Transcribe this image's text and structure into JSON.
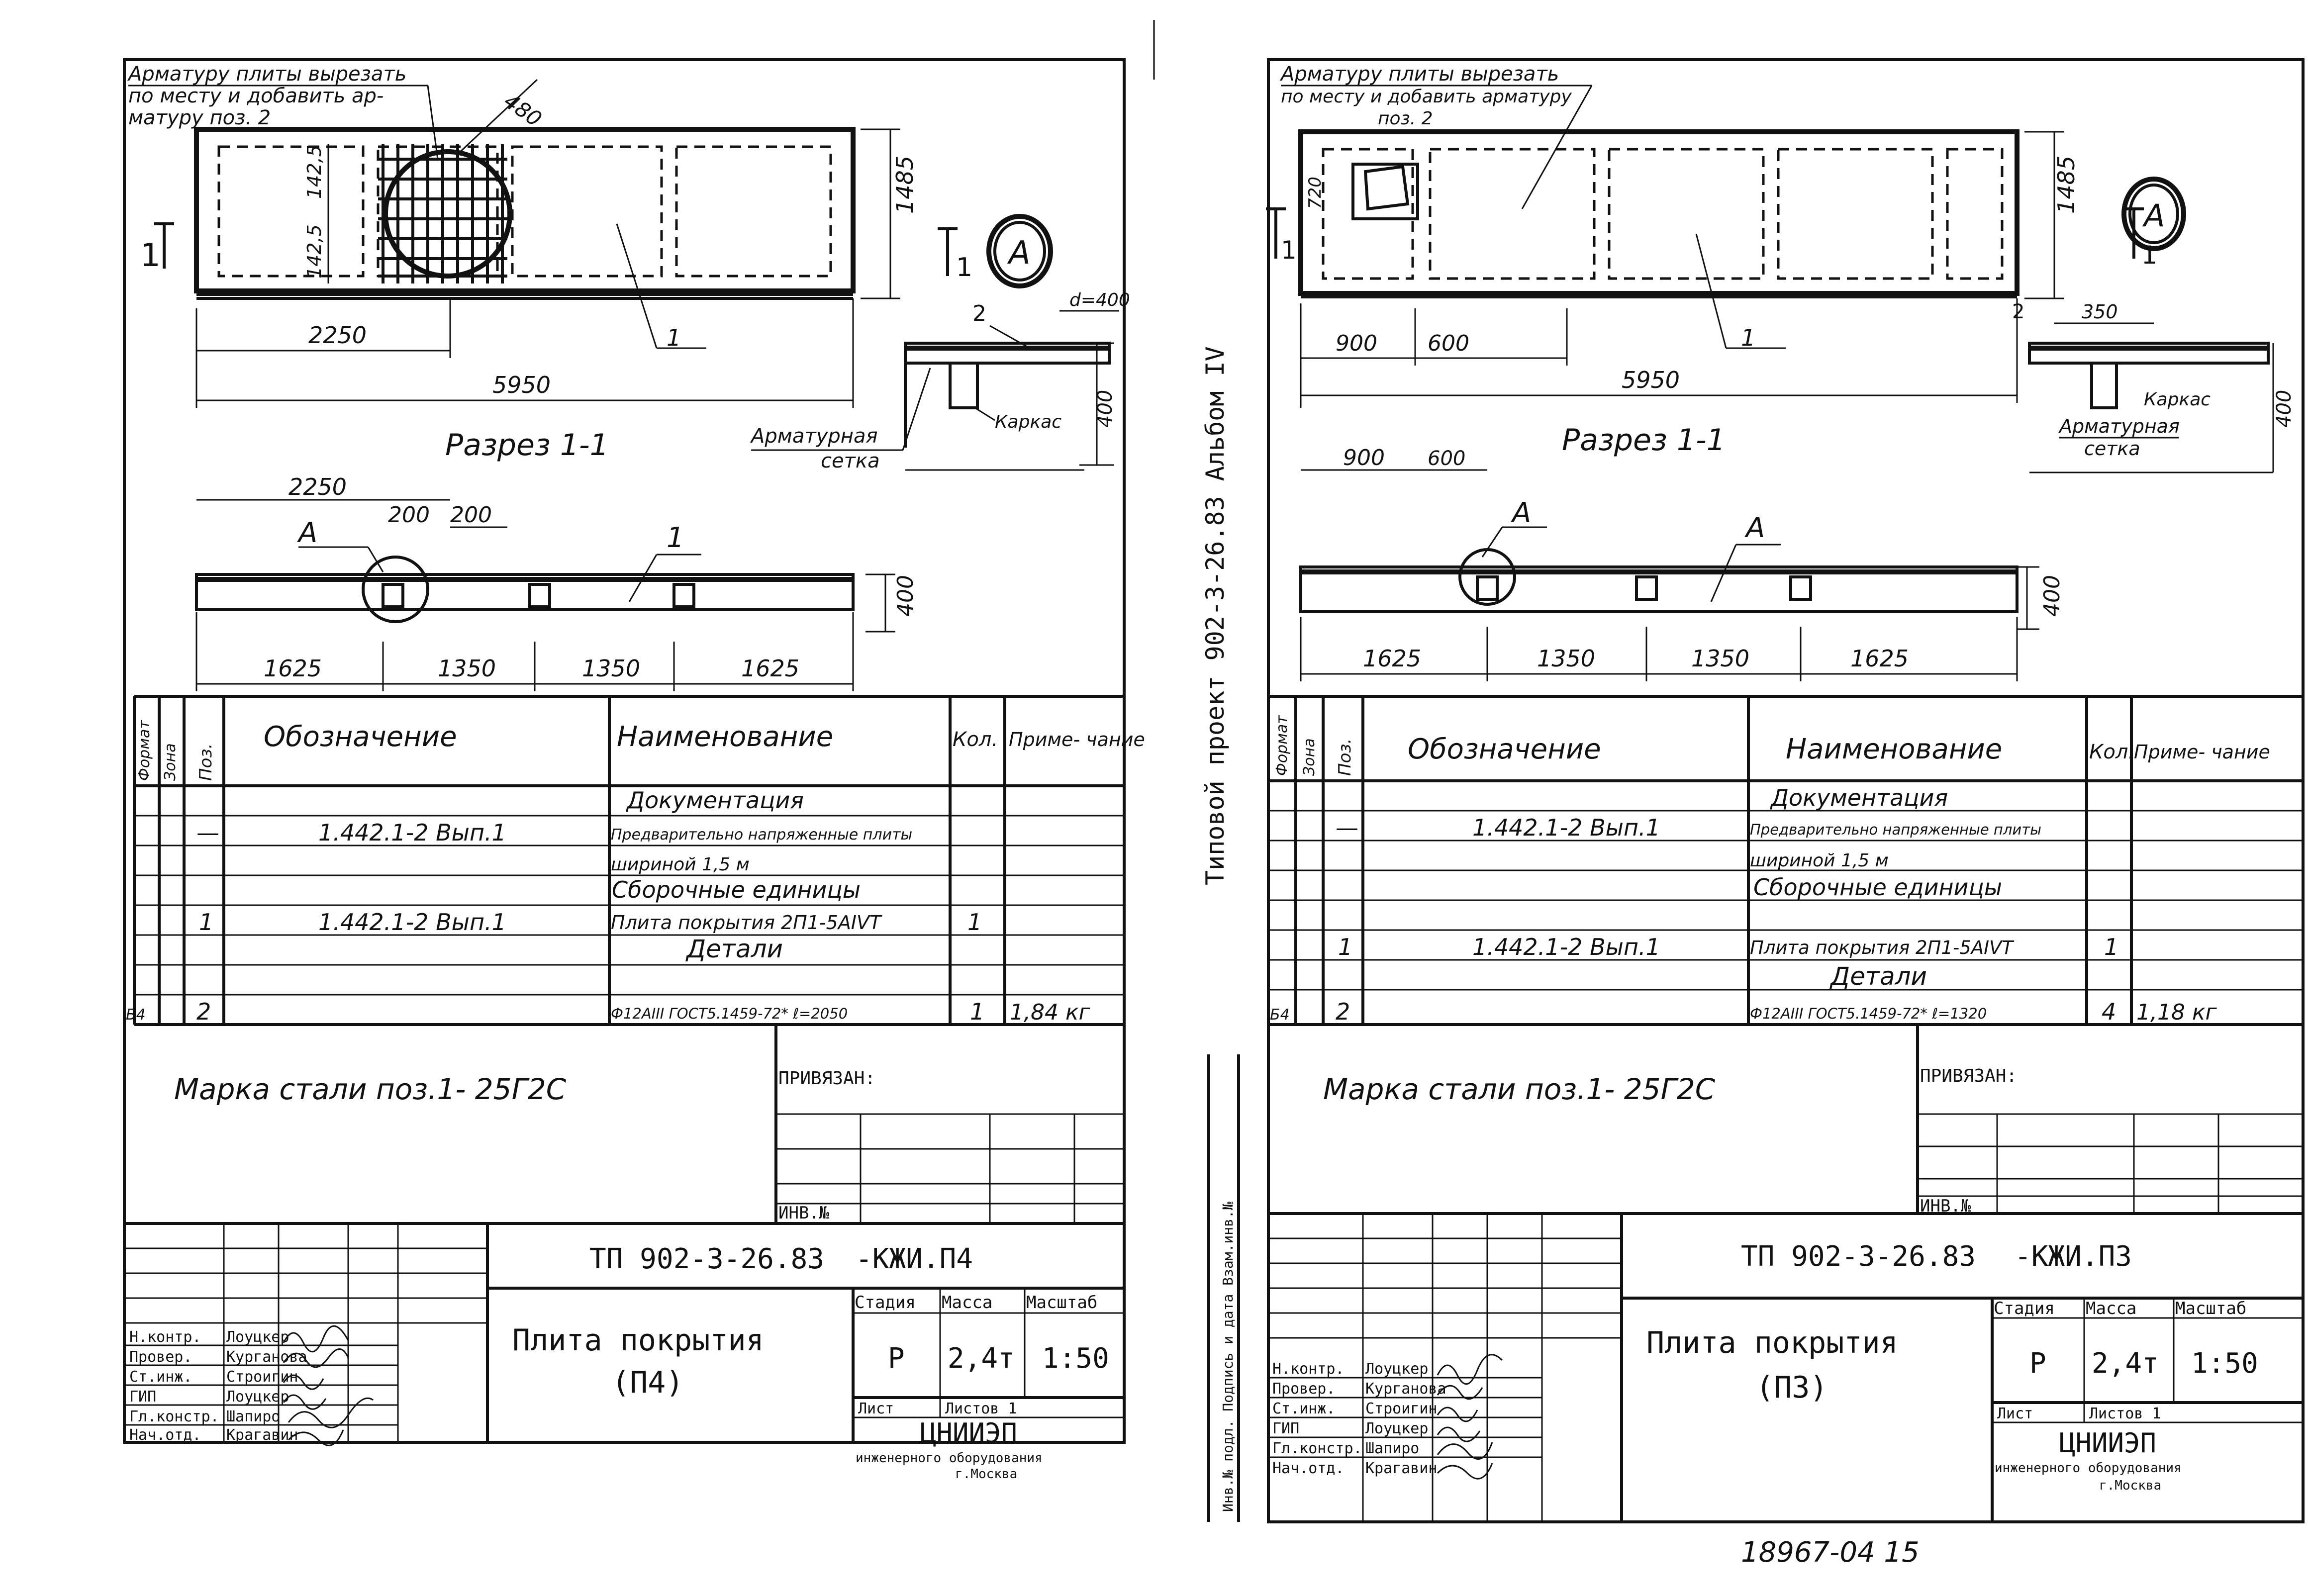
{
  "spine": {
    "text": "Типовой проект 902-3-26.83 Альбом IV",
    "side_label": "Инв.№ подл. Подпись и дата Взам.инв.№"
  },
  "archive_number": "18967-04 15",
  "sheets": [
    {
      "note_cut": [
        "Арматуру плиты вырезать",
        "по месту и добавить ар-",
        "матуру поз. 2"
      ],
      "plan": {
        "dims": {
          "d480": "480",
          "d1425a": "142,5",
          "d1425b": "142,5",
          "height": "1485",
          "offset": "2250",
          "length": "5950"
        },
        "section_mark": "1",
        "section_mark2": "1",
        "pos_label": "1"
      },
      "node": {
        "mark": "А",
        "dia": "d=400",
        "pos": "2",
        "height": "400",
        "karkas": "Каркас",
        "setka1": "Арматурная",
        "setka2": "сетка"
      },
      "section": {
        "title": "Разрез 1-1",
        "top_dims": {
          "left": "2250",
          "a": "200",
          "b": "200"
        },
        "label_a": "А",
        "label_1": "1",
        "height": "400",
        "bottom_dims": [
          "1625",
          "1350",
          "1350",
          "1625"
        ]
      },
      "spec": {
        "headers": {
          "format": "Формат",
          "zone": "Зона",
          "pos": "Поз.",
          "designation": "Обозначение",
          "name": "Наименование",
          "qty": "Кол.",
          "note": "Приме- чание"
        },
        "rows": [
          {
            "section": "Документация"
          },
          {
            "pos": "—",
            "designation": "1.442.1-2 Вып.1",
            "name": "Предварительно напряженные плиты"
          },
          {
            "name": "шириной 1,5 м"
          },
          {
            "section": "Сборочные единицы"
          },
          {
            "pos": "1",
            "designation": "1.442.1-2 Вып.1",
            "name": "Плита покрытия 2П1-5АIVТ",
            "qty": "1"
          },
          {
            "section": "Детали"
          },
          {
            "format": "Б4",
            "pos": "2",
            "name": "Ф12АIII ГОСТ5.1459-72* ℓ=2050",
            "qty": "1",
            "note": "1,84 кг"
          }
        ]
      },
      "steel_note": "Марка стали поз.1- 25Г2С",
      "privyazan": "ПРИВЯЗАН:",
      "inv_no": "ИНВ.№",
      "title_block": {
        "code": "ТП 902-3-26.83",
        "suffix": "-КЖИ.П4",
        "title_line1": "Плита покрытия",
        "title_line2": "(П4)",
        "col_stage": "Стадия",
        "col_mass": "Масса",
        "col_scale": "Масштаб",
        "stage": "Р",
        "mass": "2,4т",
        "scale": "1:50",
        "sheet": "Лист",
        "sheets_count": "Листов 1",
        "org1": "ЦНИИЭП",
        "org2": "инженерного оборудования",
        "org3": "г.Москва",
        "signatures": [
          {
            "role": "Н.контр.",
            "name": "Лоуцкер"
          },
          {
            "role": "Провер.",
            "name": "Курганова"
          },
          {
            "role": "Ст.инж.",
            "name": "Строигин"
          },
          {
            "role": "ГИП",
            "name": "Лоуцкер"
          },
          {
            "role": "Гл.констр.",
            "name": "Шапиро"
          },
          {
            "role": "Нач.отд.",
            "name": "Крагавин"
          }
        ]
      }
    },
    {
      "note_cut": [
        "Арматуру плиты вырезать",
        "по месту и добавить арматуру",
        "поз. 2"
      ],
      "plan": {
        "dims": {
          "d480": "",
          "d1425a": "720",
          "d1425b": "",
          "height": "1485",
          "offset": "900",
          "offset2": "600",
          "length": "5950"
        },
        "section_mark": "1",
        "section_mark2": "1",
        "pos_label": "1"
      },
      "node": {
        "mark": "А",
        "dia": "350",
        "pos": "2",
        "height": "400",
        "karkas": "Каркас",
        "setka1": "Арматурная",
        "setka2": "сетка"
      },
      "section": {
        "title": "Разрез 1-1",
        "top_dims": {
          "left": "900",
          "a": "600",
          "b": ""
        },
        "label_a": "А",
        "label_1": "А",
        "height": "400",
        "bottom_dims": [
          "1625",
          "1350",
          "1350",
          "1625"
        ]
      },
      "spec": {
        "headers": {
          "format": "Формат",
          "zone": "Зона",
          "pos": "Поз.",
          "designation": "Обозначение",
          "name": "Наименование",
          "qty": "Кол.",
          "note": "Приме- чание"
        },
        "rows": [
          {
            "section": "Документация"
          },
          {
            "pos": "—",
            "designation": "1.442.1-2 Вып.1",
            "name": "Предварительно напряженные плиты"
          },
          {
            "name": "шириной 1,5 м"
          },
          {
            "section": "Сборочные единицы"
          },
          {
            "pos": "1",
            "designation": "1.442.1-2 Вып.1",
            "name": "Плита покрытия 2П1-5АIVТ",
            "qty": "1"
          },
          {
            "section": "Детали"
          },
          {
            "format": "Б4",
            "pos": "2",
            "name": "Ф12АIII ГОСТ5.1459-72* ℓ=1320",
            "qty": "4",
            "note": "1,18 кг"
          }
        ]
      },
      "steel_note": "Марка стали поз.1- 25Г2С",
      "privyazan": "ПРИВЯЗАН:",
      "inv_no": "ИНВ.№",
      "title_block": {
        "code": "ТП 902-3-26.83",
        "suffix": "-КЖИ.П3",
        "title_line1": "Плита покрытия",
        "title_line2": "(П3)",
        "col_stage": "Стадия",
        "col_mass": "Масса",
        "col_scale": "Масштаб",
        "stage": "Р",
        "mass": "2,4т",
        "scale": "1:50",
        "sheet": "Лист",
        "sheets_count": "Листов 1",
        "org1": "ЦНИИЭП",
        "org2": "инженерного оборудования",
        "org3": "г.Москва",
        "signatures": [
          {
            "role": "Н.контр.",
            "name": "Лоуцкер"
          },
          {
            "role": "Провер.",
            "name": "Курганова"
          },
          {
            "role": "Ст.инж.",
            "name": "Строигин"
          },
          {
            "role": "ГИП",
            "name": "Лоуцкер"
          },
          {
            "role": "Гл.констр.",
            "name": "Шапиро"
          },
          {
            "role": "Нач.отд.",
            "name": "Крагавин"
          }
        ]
      }
    }
  ]
}
